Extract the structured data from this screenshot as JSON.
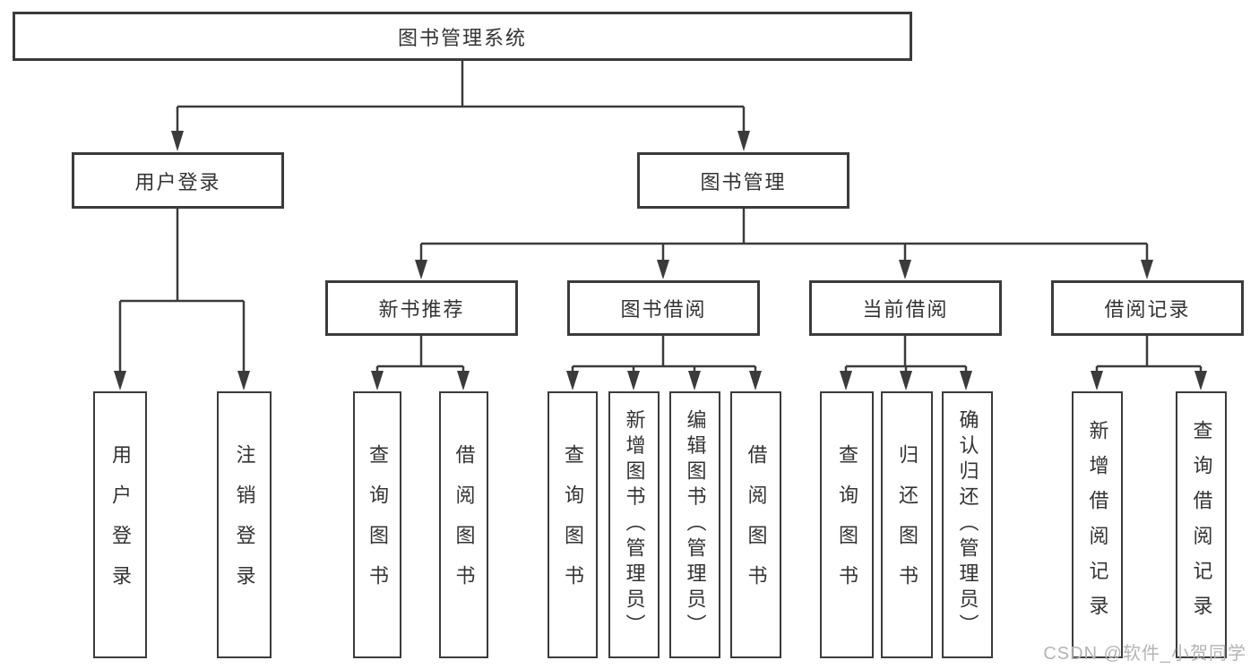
{
  "diagram": {
    "root": "图书管理系统",
    "level1": [
      {
        "label": "用户登录",
        "children": [
          {
            "label": "用户登录"
          },
          {
            "label": "注销登录"
          }
        ]
      },
      {
        "label": "图书管理",
        "children": [
          {
            "label": "新书推荐",
            "children": [
              {
                "label": "查询图书"
              },
              {
                "label": "借阅图书"
              }
            ]
          },
          {
            "label": "图书借阅",
            "children": [
              {
                "label": "查询图书"
              },
              {
                "label": "新增图书（管理员）"
              },
              {
                "label": "编辑图书（管理员）"
              },
              {
                "label": "借阅图书"
              }
            ]
          },
          {
            "label": "当前借阅",
            "children": [
              {
                "label": "查询图书"
              },
              {
                "label": "归还图书"
              },
              {
                "label": "确认归还（管理员）"
              }
            ]
          },
          {
            "label": "借阅记录",
            "children": [
              {
                "label": "新增借阅记录"
              },
              {
                "label": "查询借阅记录"
              }
            ]
          }
        ]
      }
    ]
  },
  "watermark": {
    "text": "CSDN @软件_小贺同学"
  },
  "colors": {
    "line": "#3b3b3b",
    "text": "#333333",
    "watermark": "#b4b4b4",
    "background": "#ffffff"
  }
}
